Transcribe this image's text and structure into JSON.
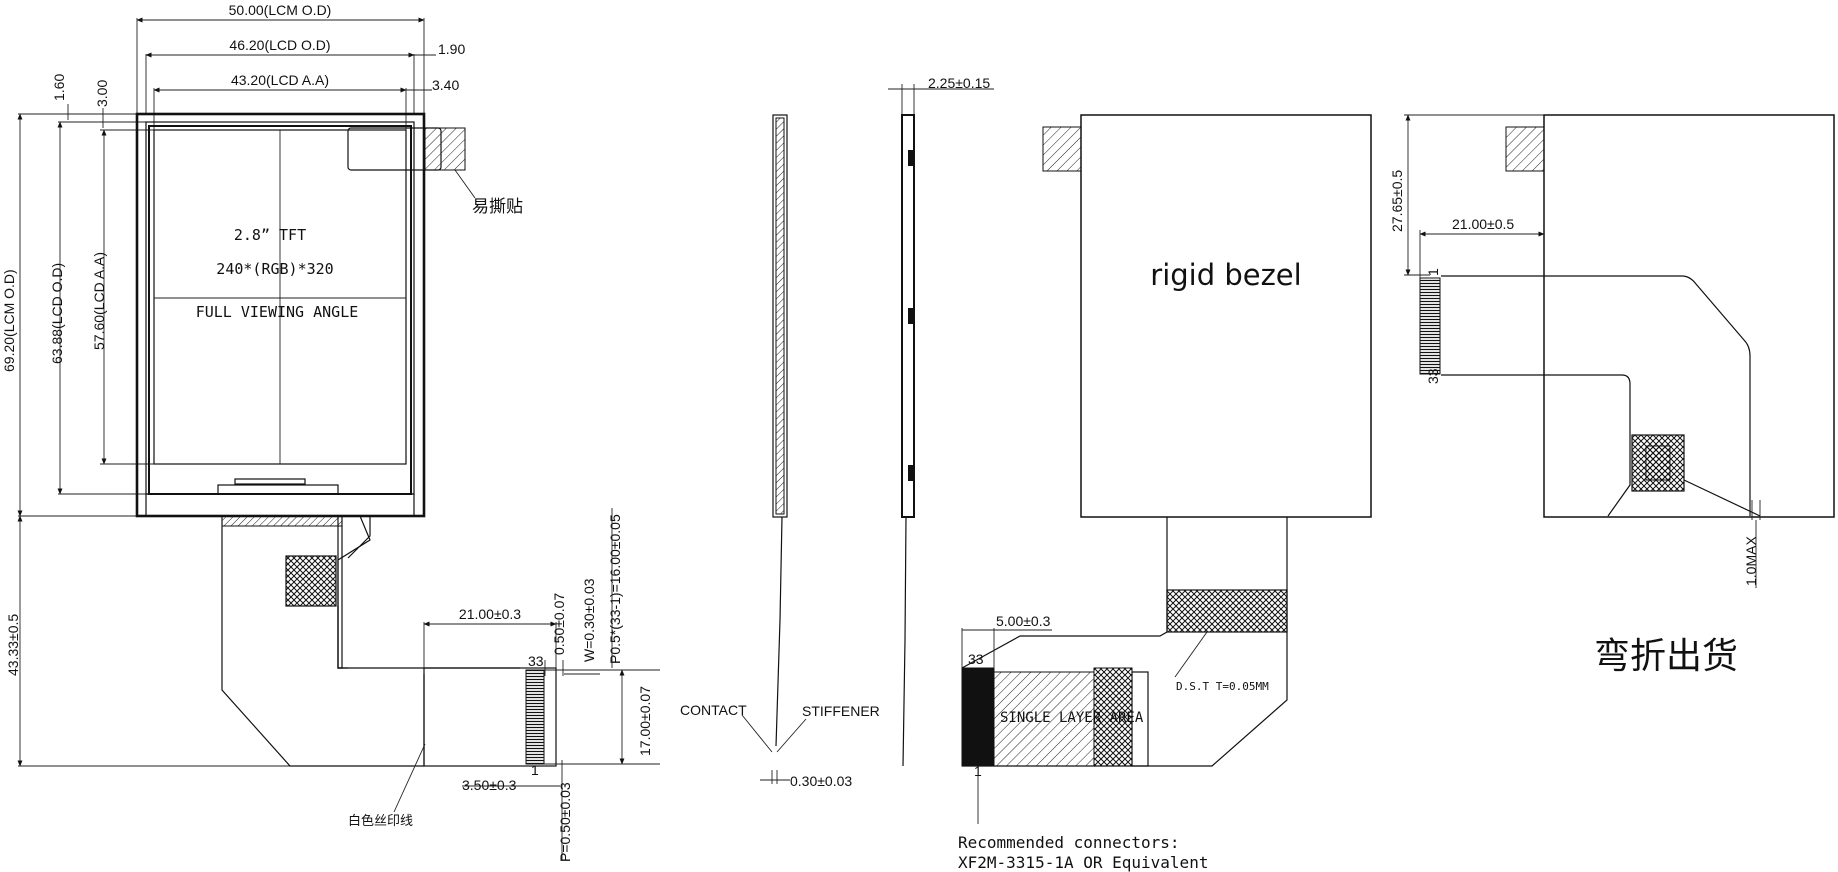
{
  "front_view": {
    "dim_lcm_od_width": "50.00(LCM O.D)",
    "dim_lcd_od_width": "46.20(LCD O.D)",
    "dim_lcd_aa_width": "43.20(LCD A.A)",
    "dim_right_1": "1.90",
    "dim_right_2": "3.40",
    "dim_top_1": "1.60",
    "dim_top_2": "3.00",
    "dim_lcm_od_height": "69.20(LCM O.D)",
    "dim_lcd_od_height": "63.88(LCD O.D)",
    "dim_lcd_aa_height": "57.60(LCD A.A)",
    "screen_size": "2.8” TFT",
    "resolution": "240*(RGB)*320",
    "viewing_angle": "FULL VIEWING ANGLE",
    "tear_tab_label": "易撕贴",
    "fpc_length": "43.33±0.5",
    "fpc_width": "21.00±0.3",
    "pad_length": "0.50±0.07",
    "pad_width": "W=0.30±0.03",
    "pitch_total": "P0.5*(33-1)=16.00±0.05",
    "contact_height": "17.00±0.07",
    "edge_offset": "3.50±0.3",
    "pitch": "P=0.50±0.03",
    "pin_first": "33",
    "pin_last": "1",
    "silkscreen_label": "白色丝印线"
  },
  "side_view": {
    "thickness": "2.25±0.15",
    "contact_label": "CONTACT",
    "stiffener_label": "STIFFENER",
    "fpc_thickness": "0.30±0.03"
  },
  "rear_view": {
    "bezel_label": "rigid bezel",
    "stiffener_offset": "5.00±0.3",
    "pin_first": "33",
    "pin_last": "1",
    "tape_label": "D.S.T T=0.05MM",
    "wiring_label": "SINGLE LAYER AREA",
    "connector_title": "Recommended connectors:",
    "connector_model": "XF2M-3315-1A OR Equivalent"
  },
  "bent_view": {
    "fold_height": "27.65±0.5",
    "fold_width": "21.00±0.5",
    "max_thickness": "1.0MAX",
    "pin_first": "1",
    "pin_last": "33",
    "bent_label": "弯折出货"
  }
}
